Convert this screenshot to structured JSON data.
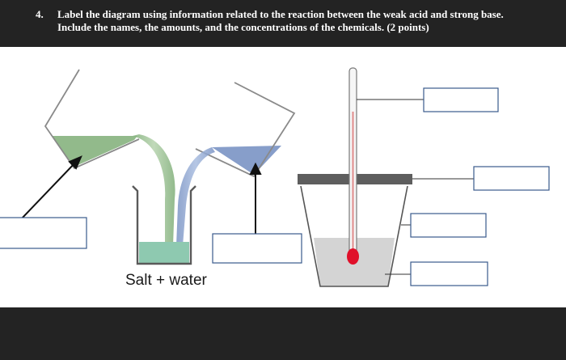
{
  "question": {
    "number": "4.",
    "line1": "Label the diagram using information related to the reaction between the weak acid and strong base.",
    "line2": "Include the names, the amounts, and the concentrations of the chemicals. (2 points)"
  },
  "diagram": {
    "product_caption": "Salt + water"
  },
  "colors": {
    "acid_liquid": "#86b27e",
    "base_liquid": "#7a93c4",
    "product_liquid": "#8ec9b0",
    "calorimeter_liquid": "#d4d4d4",
    "thermometer_bulb": "#e0102a",
    "lid": "#5e5e5e",
    "label_box_border": "#3a5a8c"
  }
}
